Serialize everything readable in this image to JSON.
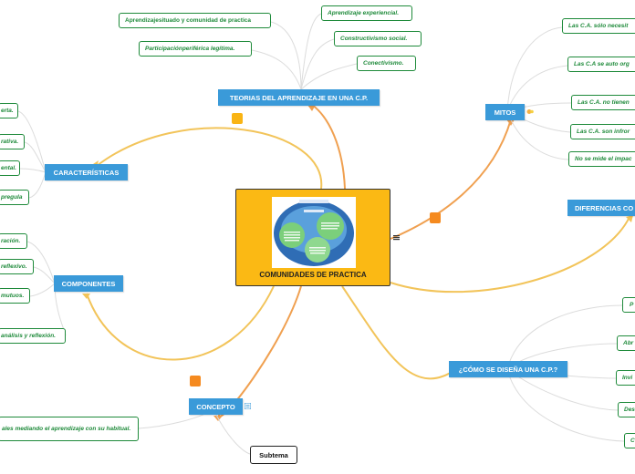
{
  "center": {
    "title": "COMUNIDADES DE PRACTICA",
    "image_label": "infographic-image"
  },
  "topics": {
    "teorias": "TEORIAS DEL APRENDIZAJE EN UNA C.P.",
    "caracteristicas": "CARACTERÍSTICAS",
    "componentes": "COMPONENTES",
    "concepto": "CONCEPTO",
    "mitos": "MITOS",
    "diferencias": "DIFERENCIAS CO",
    "diseno": "¿CÓMO SE DISEÑA UNA C.P.?"
  },
  "teorias_leaves": {
    "situado_a": "Aprendizaje",
    "situado_b": " situado y comunidad de practica",
    "periferica_a": "Participación",
    "periferica_b": " periférica legítima.",
    "experiencial": "Aprendizaje experiencial.",
    "constructivismo": "Constructivismo social.",
    "conectivismo": "Conectivismo."
  },
  "caracteristicas_leaves": [
    "erta.",
    "rativa.",
    "ental.",
    "pregula"
  ],
  "componentes_leaves": [
    "ración.",
    "reflexivo.",
    "mutuos.",
    "análisis y reflexión."
  ],
  "concepto_leaf": "ales mediando el aprendizaje con su habitual.",
  "mitos_leaves": [
    "Las C.A. sólo necesit",
    "Las C.A se auto org",
    "Las C.A. no tienen",
    "Las C.A. son infror",
    "No se mide el impac"
  ],
  "diseno_leaves": [
    "P",
    "Abr",
    "Invi",
    "Des",
    "C"
  ],
  "subtema": "Subtema",
  "colors": {
    "topic": "#3a9ad9",
    "center": "#fbb914",
    "leaf_text": "#1e8a3a",
    "orange_link": "#f0a050",
    "yellow_link": "#f2c45a",
    "marker": "#f58a1f",
    "marker_yellow": "#f9b414"
  }
}
